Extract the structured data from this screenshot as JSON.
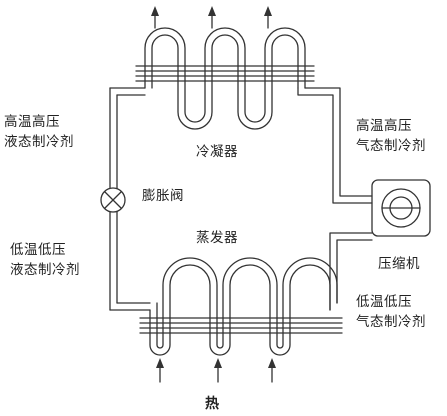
{
  "labels": {
    "top_left": [
      "高温高压",
      "液态制冷剂"
    ],
    "top_right": [
      "高温高压",
      "气态制冷剂"
    ],
    "bottom_left": [
      "低温低压",
      "液态制冷剂"
    ],
    "bottom_right": [
      "低温低压",
      "气态制冷剂"
    ],
    "condenser": "冷凝器",
    "evaporator": "蒸发器",
    "expansion_valve": "膨胀阀",
    "compressor": "压缩机",
    "heat": "热"
  },
  "colors": {
    "line": "#333333",
    "background": "#ffffff",
    "text": "#222222"
  }
}
